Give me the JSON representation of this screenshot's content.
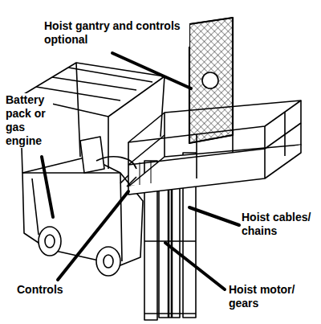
{
  "diagram": {
    "labels": [
      "Hoist gantry and controls optional",
      "Battery pack or gas engine",
      "Controls",
      "Hoist cables/ chains",
      "Hoist motor/ gears"
    ]
  }
}
